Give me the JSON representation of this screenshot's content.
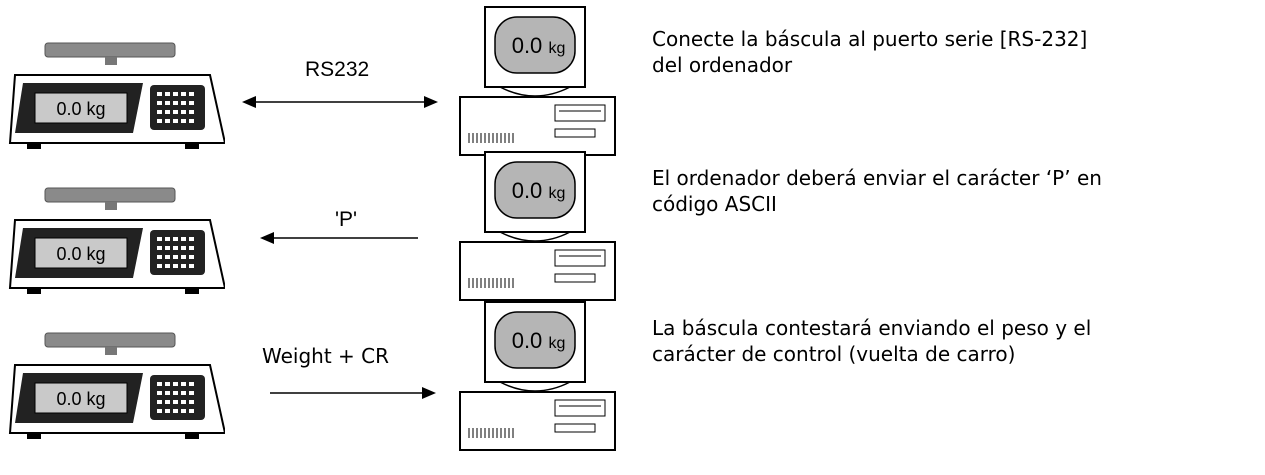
{
  "rows": [
    {
      "scale_display": "0.0 kg",
      "monitor_display_value": "0.0",
      "monitor_display_unit": "kg",
      "arrow_label": "RS232",
      "arrow_direction": "both",
      "description_line1": "Conecte la báscula al puerto serie [RS-232]",
      "description_line2": "del ordenador"
    },
    {
      "scale_display": "0.0 kg",
      "monitor_display_value": "0.0",
      "monitor_display_unit": "kg",
      "arrow_label": "'P'",
      "arrow_direction": "left",
      "description_line1": "El ordenador deberá enviar el carácter ‘P’ en",
      "description_line2": "código ASCII"
    },
    {
      "scale_display": "0.0 kg",
      "monitor_display_value": "0.0",
      "monitor_display_unit": "kg",
      "arrow_label": "Weight + CR",
      "arrow_direction": "right",
      "description_line1": "La báscula contestará enviando el peso y el",
      "description_line2": "carácter de control (vuelta de carro)"
    }
  ]
}
